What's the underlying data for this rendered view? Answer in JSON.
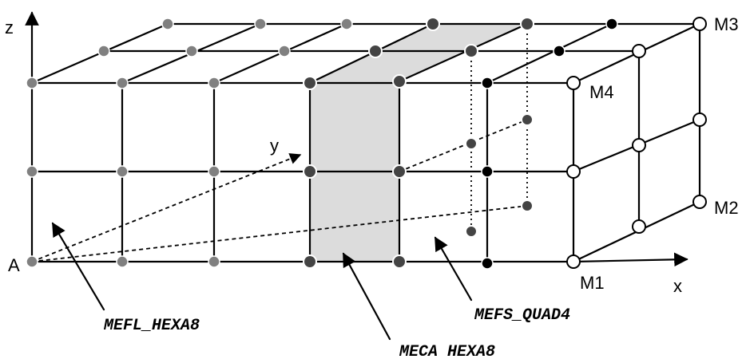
{
  "axes": {
    "z": "z",
    "y": "y",
    "x": "x"
  },
  "points": {
    "origin": "A",
    "m1": "M1",
    "m2": "M2",
    "m3": "M3",
    "m4": "M4"
  },
  "callouts": {
    "fluid": "MEFL_HEXA8",
    "interface": "MEFS_QUAD4",
    "structure": "MECA HEXA8"
  },
  "colors": {
    "fluid_node": "#808080",
    "interface_node": "#444444",
    "solid_node": "#000000",
    "shading": "#dcdcdc"
  }
}
